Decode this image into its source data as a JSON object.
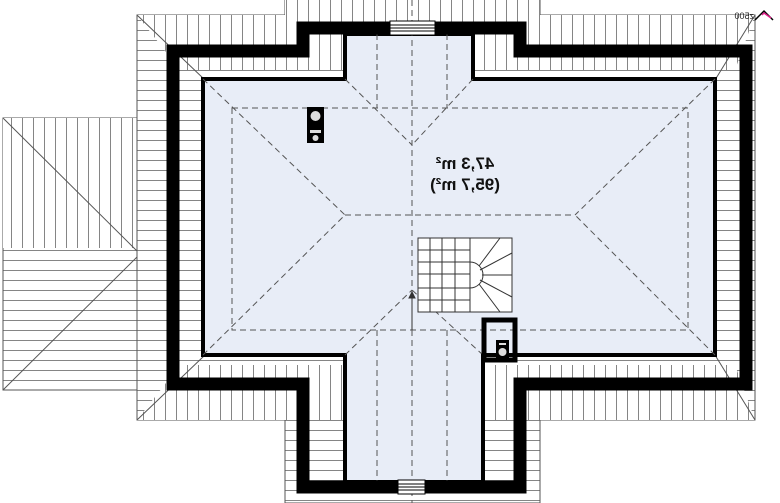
{
  "plan": {
    "area_usable": "47,3 m²",
    "area_total": "(95,7 m²)"
  },
  "logo": {
    "text": "z500"
  },
  "colors": {
    "floor": "#e8edf7",
    "wall": "#000000",
    "roof_line": "#444444",
    "logo_accent": "#e0208a"
  }
}
